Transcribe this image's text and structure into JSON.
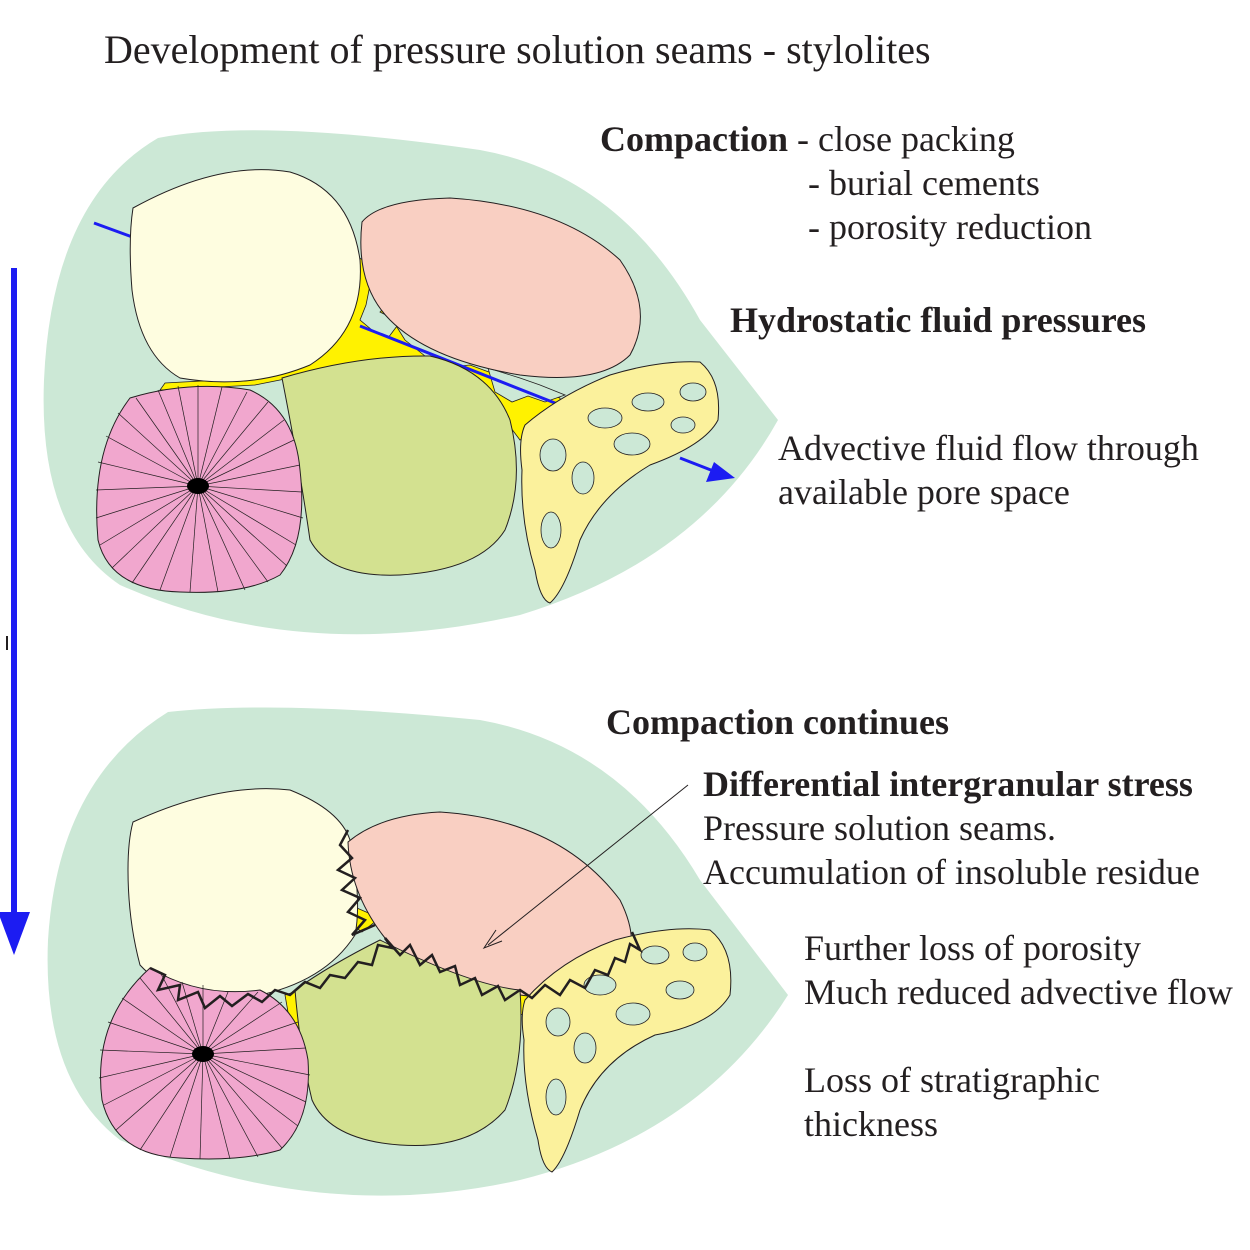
{
  "title": "Development of pressure solution seams - stylolites",
  "top_panel": {
    "compaction_heading": "Compaction",
    "compaction_items": [
      "- close packing",
      "- burial cements",
      "- porosity reduction"
    ],
    "hydrostatic": "Hydrostatic fluid pressures",
    "advective_lines": [
      "Advective fluid flow through",
      "available pore space"
    ]
  },
  "bottom_panel": {
    "continues": "Compaction continues",
    "differential": "Differential intergranular stress",
    "seams_lines": [
      "Pressure solution seams.",
      "Accumulation of insoluble residue"
    ],
    "porosity_lines": [
      "Further loss of porosity",
      "Much reduced advective flow"
    ],
    "thickness_lines": [
      "Loss of stratigraphic",
      "thickness"
    ]
  },
  "colors": {
    "matrix": "#cce8d6",
    "cement": "#fff200",
    "grain_cream": "#fefde0",
    "grain_peach": "#f9cfc2",
    "grain_green": "#d3e190",
    "grain_pink": "#f1a7ce",
    "grain_yellow": "#fbf19c",
    "arrow_blue": "#1c1cf2",
    "seam": "#231f20"
  }
}
